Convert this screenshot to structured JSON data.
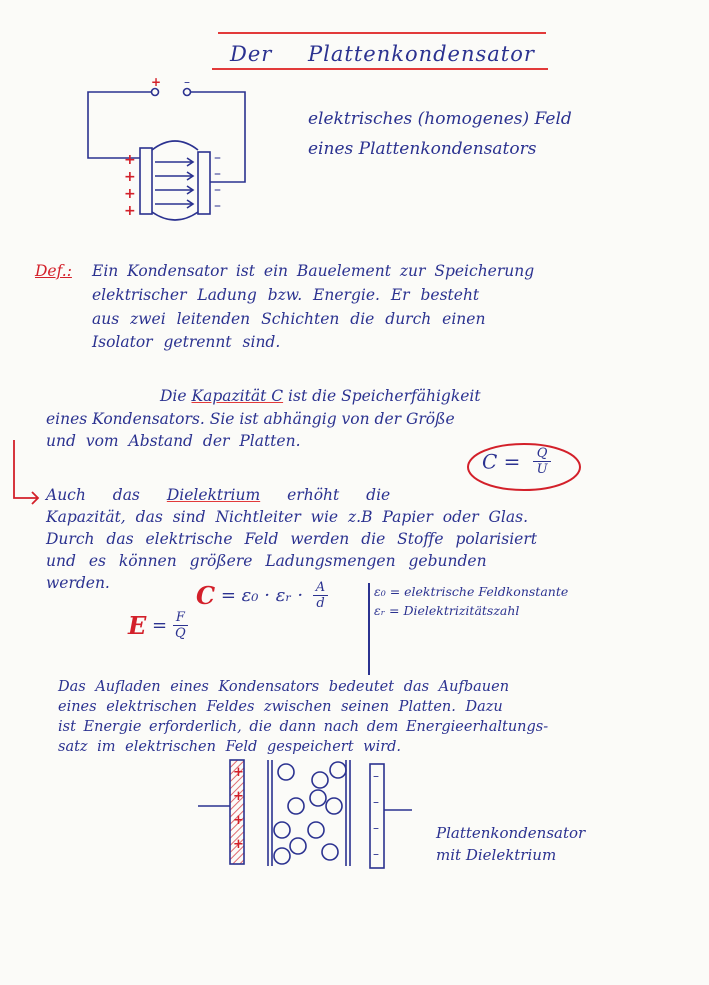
{
  "title": "Der Plattenkondensator",
  "diagram1": {
    "plus_sign": "+",
    "minus_sign": "−",
    "caption_line1": "elektrisches (homogenes) Feld",
    "caption_line2": "eines Plattenkondensators"
  },
  "definition": {
    "label": "Def.:",
    "lines": [
      "Ein Kondensator ist ein Bauelement zur Speicherung",
      "elektrischer Ladung bzw. Energie. Er besteht",
      "aus zwei leitenden Schichten die durch einen",
      "Isolator getrennt sind."
    ]
  },
  "capacity": {
    "line1_prefix": "Die",
    "line1_term": "Kapazität C",
    "line1_suffix": "ist die Speicherfähigkeit",
    "line2": "eines Kondensators. Sie ist abhängig von der Größe",
    "line3": "und vom Abstand der Platten.",
    "formula_lhs": "C =",
    "formula_num": "Q",
    "formula_den": "U"
  },
  "dielectric": {
    "line1_prefix": "Auch das",
    "line1_term": "Dielektrium",
    "line1_suffix": "erhöht die",
    "line2": "Kapazität, das sind Nichtleiter wie z.B Papier oder Glas.",
    "line3": "Durch das elektrische Feld werden die Stoffe polarisiert",
    "line4": "und es können größere Ladungsmengen gebunden",
    "line5": "werden.",
    "formula_c_lhs": "C",
    "formula_c_rhs": "= ε₀ · εᵣ ·",
    "formula_c_num": "A",
    "formula_c_den": "d",
    "formula_e_lhs": "E",
    "formula_e_eq": "=",
    "formula_e_num": "F",
    "formula_e_den": "Q",
    "legend1": "ε₀ = elektrische Feldkonstante",
    "legend2": "εᵣ = Dielektrizitätszahl"
  },
  "charging": {
    "lines": [
      "Das Aufladen eines Kondensators bedeutet das Aufbauen",
      "eines elektrischen Feldes zwischen seinen Platten. Dazu",
      "ist Energie erforderlich, die dann nach dem Energieerhaltungs-",
      "satz im elektrischen Feld gespeichert wird."
    ]
  },
  "diagram2": {
    "caption_line1": "Plattenkondensator",
    "caption_line2": "mit Dielektrium"
  }
}
